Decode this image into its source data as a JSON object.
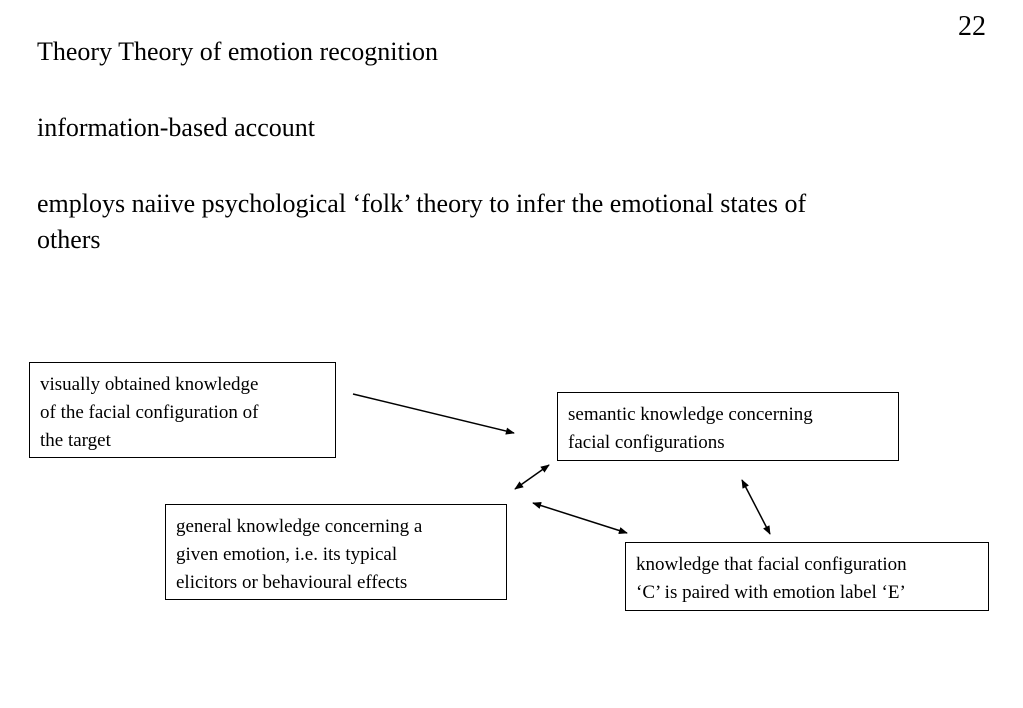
{
  "slide_number": "22",
  "title": "Theory Theory of emotion recognition",
  "subtitle": "information-based account",
  "description_line1": "employs naiive psychological ‘folk’ theory to infer the emotional states of",
  "description_line2": "others",
  "diagram": {
    "visual_box": "visually obtained knowledge\nof the facial configuration of\nthe target",
    "semantic_box": "semantic knowledge concerning\nfacial configurations",
    "general_box": "general knowledge concerning a\ngiven emotion, i.e. its typical\nelicitors or behavioural effects",
    "pairing_box": "knowledge that facial configuration\n‘C’ is paired with emotion label ‘E’"
  }
}
